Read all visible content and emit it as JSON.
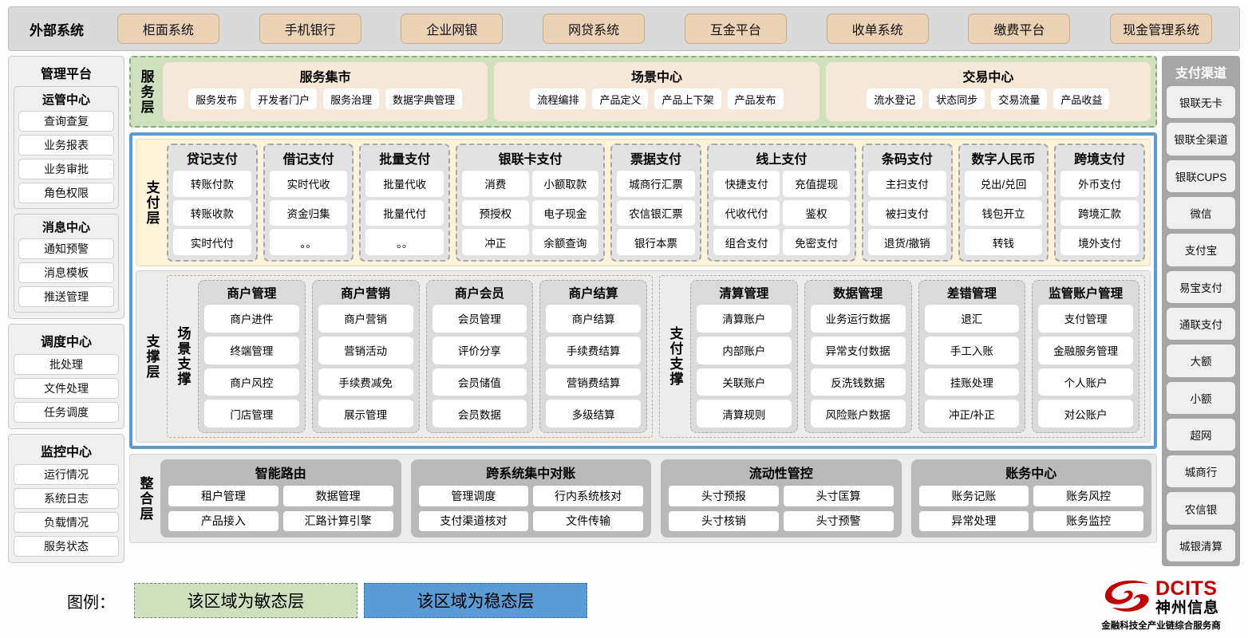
{
  "external": {
    "title": "外部系统",
    "items": [
      "柜面系统",
      "手机银行",
      "企业网银",
      "网贷系统",
      "互金平台",
      "收单系统",
      "缴费平台",
      "现金管理系统"
    ]
  },
  "admin": {
    "title": "管理平台",
    "groups": [
      {
        "title": "运管中心",
        "items": [
          "查询查复",
          "业务报表",
          "业务审批",
          "角色权限"
        ]
      },
      {
        "title": "消息中心",
        "items": [
          "通知预警",
          "消息模板",
          "推送管理"
        ]
      },
      {
        "title": "调度中心",
        "items": [
          "批处理",
          "文件处理",
          "任务调度"
        ]
      },
      {
        "title": "监控中心",
        "items": [
          "运行情况",
          "系统日志",
          "负载情况",
          "服务状态"
        ]
      }
    ]
  },
  "service_layer": {
    "label": "服务层",
    "groups": [
      {
        "title": "服务集市",
        "items": [
          "服务发布",
          "开发者门户",
          "服务治理",
          "数据字典管理"
        ]
      },
      {
        "title": "场景中心",
        "items": [
          "流程编排",
          "产品定义",
          "产品上下架",
          "产品发布"
        ]
      },
      {
        "title": "交易中心",
        "items": [
          "流水登记",
          "状态同步",
          "交易流量",
          "产品收益"
        ]
      }
    ]
  },
  "payment_layer": {
    "label": "支付层",
    "groups": [
      {
        "title": "贷记支付",
        "cols": 1,
        "items": [
          "转账付款",
          "转账收款",
          "实时代付"
        ]
      },
      {
        "title": "借记支付",
        "cols": 1,
        "items": [
          "实时代收",
          "资金归集",
          "。。"
        ]
      },
      {
        "title": "批量支付",
        "cols": 1,
        "items": [
          "批量代收",
          "批量代付",
          "。。"
        ]
      },
      {
        "title": "银联卡支付",
        "cols": 2,
        "items": [
          "消费",
          "小额取款",
          "预授权",
          "电子现金",
          "冲正",
          "余额查询"
        ]
      },
      {
        "title": "票据支付",
        "cols": 1,
        "items": [
          "城商行汇票",
          "农信银汇票",
          "银行本票"
        ]
      },
      {
        "title": "线上支付",
        "cols": 2,
        "items": [
          "快捷支付",
          "充值提现",
          "代收代付",
          "鉴权",
          "组合支付",
          "免密支付"
        ]
      },
      {
        "title": "条码支付",
        "cols": 1,
        "items": [
          "主扫支付",
          "被扫支付",
          "退货/撤销"
        ]
      },
      {
        "title": "数字人民币",
        "cols": 1,
        "items": [
          "兑出/兑回",
          "钱包开立",
          "转钱"
        ]
      },
      {
        "title": "跨境支付",
        "cols": 1,
        "items": [
          "外币支付",
          "跨境汇款",
          "境外支付"
        ]
      }
    ]
  },
  "support_layer": {
    "label": "支撑层",
    "zones": [
      {
        "label": "场景支撑",
        "groups": [
          {
            "title": "商户管理",
            "items": [
              "商户进件",
              "终端管理",
              "商户风控",
              "门店管理"
            ]
          },
          {
            "title": "商户营销",
            "items": [
              "商户营销",
              "营销活动",
              "手续费减免",
              "展示管理"
            ]
          },
          {
            "title": "商户会员",
            "items": [
              "会员管理",
              "评价分享",
              "会员储值",
              "会员数据"
            ]
          },
          {
            "title": "商户结算",
            "items": [
              "商户结算",
              "手续费结算",
              "营销费结算",
              "多级结算"
            ]
          }
        ]
      },
      {
        "label": "支付支撑",
        "groups": [
          {
            "title": "清算管理",
            "items": [
              "清算账户",
              "内部账户",
              "关联账户",
              "清算规则"
            ]
          },
          {
            "title": "数据管理",
            "items": [
              "业务运行数据",
              "异常支付数据",
              "反洗钱数据",
              "风险账户数据"
            ]
          },
          {
            "title": "差错管理",
            "items": [
              "退汇",
              "手工入账",
              "挂账处理",
              "冲正/补正"
            ]
          },
          {
            "title": "监管账户管理",
            "items": [
              "支付管理",
              "金融服务管理",
              "个人账户",
              "对公账户"
            ]
          }
        ]
      }
    ]
  },
  "integration_layer": {
    "label": "整合层",
    "groups": [
      {
        "title": "智能路由",
        "items": [
          "租户管理",
          "数据管理",
          "产品接入",
          "汇路计算引擎"
        ]
      },
      {
        "title": "跨系统集中对账",
        "items": [
          "管理调度",
          "行内系统核对",
          "支付渠道核对",
          "文件传输"
        ]
      },
      {
        "title": "流动性管控",
        "items": [
          "头寸预报",
          "头寸匡算",
          "头寸核销",
          "头寸预警"
        ]
      },
      {
        "title": "账务中心",
        "items": [
          "账务记账",
          "账务风控",
          "异常处理",
          "账务监控"
        ]
      }
    ]
  },
  "channels": {
    "title": "支付渠道",
    "items": [
      "银联无卡",
      "银联全渠道",
      "银联CUPS",
      "微信",
      "支付宝",
      "易宝支付",
      "通联支付",
      "大额",
      "小额",
      "超网",
      "城商行",
      "农信银",
      "城银清算"
    ]
  },
  "legend": {
    "label": "图例：",
    "agile": "该区域为敏态层",
    "stable": "该区域为稳态层"
  },
  "brand": {
    "en": "DCITS",
    "cn": "神州信息",
    "tagline": "金融科技全产业链综合服务商"
  },
  "colors": {
    "agile_green": "#cfe0bd",
    "stable_blue": "#5b9bd5",
    "external_chip": "#ebd2b4",
    "payment_yellow": "#fdf3d8",
    "brand_red": "#c00000"
  }
}
